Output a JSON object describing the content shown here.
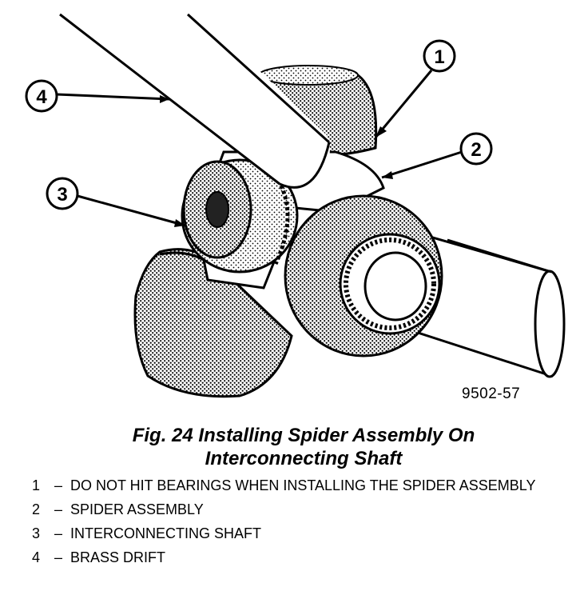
{
  "figure": {
    "code": "9502-57",
    "caption_line1": "Fig. 24 Installing Spider Assembly On",
    "caption_line2": "Interconnecting Shaft"
  },
  "callouts": [
    {
      "number": "1"
    },
    {
      "number": "2"
    },
    {
      "number": "3"
    },
    {
      "number": "4"
    }
  ],
  "legend": [
    {
      "number": "1",
      "dash": "–",
      "text": "DO NOT HIT BEARINGS WHEN INSTALLING THE SPIDER ASSEMBLY"
    },
    {
      "number": "2",
      "dash": "–",
      "text": "SPIDER ASSEMBLY"
    },
    {
      "number": "3",
      "dash": "–",
      "text": "INTERCONNECTING SHAFT"
    },
    {
      "number": "4",
      "dash": "–",
      "text": "BRASS DRIFT"
    }
  ]
}
